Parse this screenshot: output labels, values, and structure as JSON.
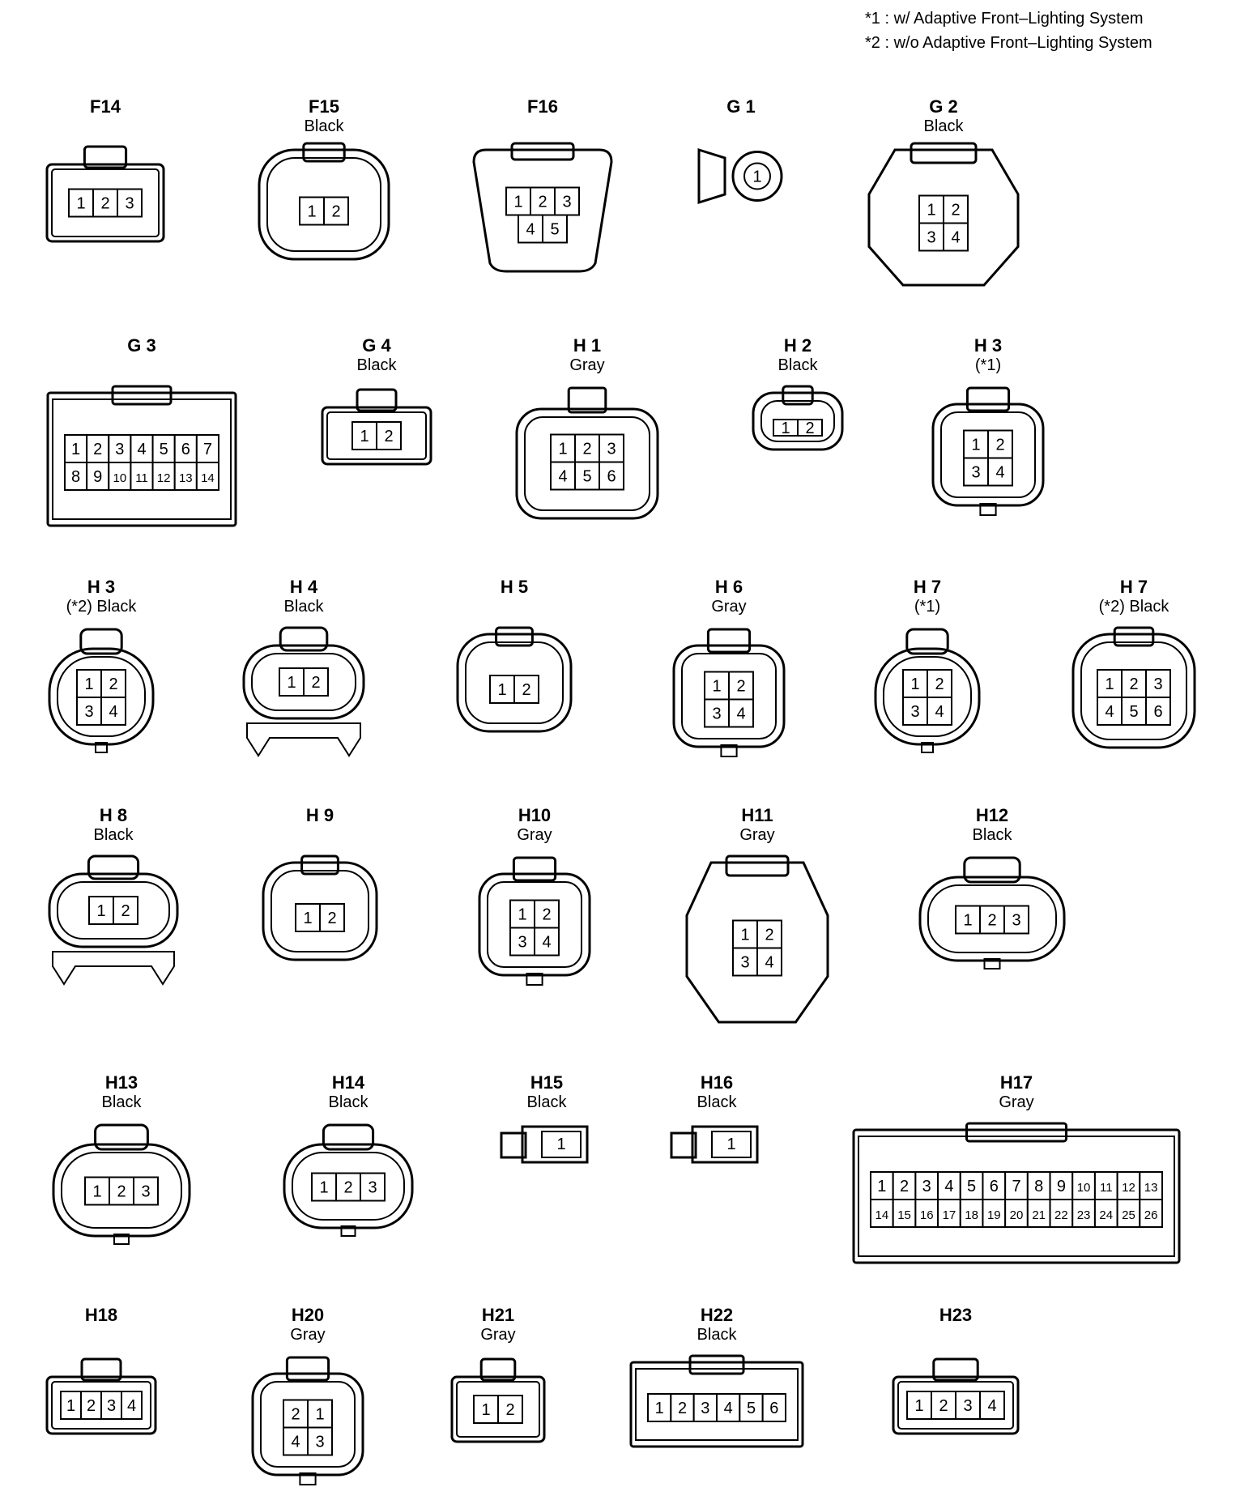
{
  "legend": [
    "*1 : w/ Adaptive Front–Lighting System",
    "*2 : w/o Adaptive Front–Lighting System"
  ],
  "connectors": [
    {
      "code": "F14",
      "color": "",
      "pins": [
        [
          "1",
          "2",
          "3"
        ]
      ]
    },
    {
      "code": "F15",
      "color": "Black",
      "pins": [
        [
          "1",
          "2"
        ]
      ]
    },
    {
      "code": "F16",
      "color": "",
      "pins": [
        [
          "1",
          "2",
          "3"
        ],
        [
          "4",
          "5"
        ]
      ]
    },
    {
      "code": "G 1",
      "color": "",
      "pins": [
        [
          "1"
        ]
      ]
    },
    {
      "code": "G 2",
      "color": "Black",
      "pins": [
        [
          "1",
          "2"
        ],
        [
          "3",
          "4"
        ]
      ]
    },
    {
      "code": "G 3",
      "color": "",
      "pins": [
        [
          "1",
          "2",
          "3",
          "4",
          "5",
          "6",
          "7"
        ],
        [
          "8",
          "9",
          "10",
          "11",
          "12",
          "13",
          "14"
        ]
      ]
    },
    {
      "code": "G 4",
      "color": "Black",
      "pins": [
        [
          "1",
          "2"
        ]
      ]
    },
    {
      "code": "H 1",
      "color": "Gray",
      "pins": [
        [
          "1",
          "2",
          "3"
        ],
        [
          "4",
          "5",
          "6"
        ]
      ]
    },
    {
      "code": "H 2",
      "color": "Black",
      "pins": [
        [
          "1",
          "2"
        ]
      ]
    },
    {
      "code": "H 3",
      "color": "(*1)",
      "pins": [
        [
          "1",
          "2"
        ],
        [
          "3",
          "4"
        ]
      ]
    },
    {
      "code": "H 3",
      "color": "(*2)  Black",
      "pins": [
        [
          "1",
          "2"
        ],
        [
          "3",
          "4"
        ]
      ]
    },
    {
      "code": "H 4",
      "color": "Black",
      "pins": [
        [
          "1",
          "2"
        ]
      ]
    },
    {
      "code": "H 5",
      "color": "",
      "pins": [
        [
          "1",
          "2"
        ]
      ]
    },
    {
      "code": "H 6",
      "color": "Gray",
      "pins": [
        [
          "1",
          "2"
        ],
        [
          "3",
          "4"
        ]
      ]
    },
    {
      "code": "H 7",
      "color": "(*1)",
      "pins": [
        [
          "1",
          "2"
        ],
        [
          "3",
          "4"
        ]
      ]
    },
    {
      "code": "H 7",
      "color": "(*2)  Black",
      "pins": [
        [
          "1",
          "2",
          "3"
        ],
        [
          "4",
          "5",
          "6"
        ]
      ]
    },
    {
      "code": "H 8",
      "color": "Black",
      "pins": [
        [
          "1",
          "2"
        ]
      ]
    },
    {
      "code": "H 9",
      "color": "",
      "pins": [
        [
          "1",
          "2"
        ]
      ]
    },
    {
      "code": "H10",
      "color": "Gray",
      "pins": [
        [
          "1",
          "2"
        ],
        [
          "3",
          "4"
        ]
      ]
    },
    {
      "code": "H11",
      "color": "Gray",
      "pins": [
        [
          "1",
          "2"
        ],
        [
          "3",
          "4"
        ]
      ]
    },
    {
      "code": "H12",
      "color": "Black",
      "pins": [
        [
          "1",
          "2",
          "3"
        ]
      ]
    },
    {
      "code": "H13",
      "color": "Black",
      "pins": [
        [
          "1",
          "2",
          "3"
        ]
      ]
    },
    {
      "code": "H14",
      "color": "Black",
      "pins": [
        [
          "1",
          "2",
          "3"
        ]
      ]
    },
    {
      "code": "H15",
      "color": "Black",
      "pins": [
        [
          "1"
        ]
      ]
    },
    {
      "code": "H16",
      "color": "Black",
      "pins": [
        [
          "1"
        ]
      ]
    },
    {
      "code": "H17",
      "color": "Gray",
      "pins": [
        [
          "1",
          "2",
          "3",
          "4",
          "5",
          "6",
          "7",
          "8",
          "9",
          "10",
          "11",
          "12",
          "13"
        ],
        [
          "14",
          "15",
          "16",
          "17",
          "18",
          "19",
          "20",
          "21",
          "22",
          "23",
          "24",
          "25",
          "26"
        ]
      ]
    },
    {
      "code": "H18",
      "color": "",
      "pins": [
        [
          "1",
          "2",
          "3",
          "4"
        ]
      ]
    },
    {
      "code": "H20",
      "color": "Gray",
      "pins": [
        [
          "2",
          "1"
        ],
        [
          "4",
          "3"
        ]
      ]
    },
    {
      "code": "H21",
      "color": "Gray",
      "pins": [
        [
          "1",
          "2"
        ]
      ]
    },
    {
      "code": "H22",
      "color": "Black",
      "pins": [
        [
          "1",
          "2",
          "3",
          "4",
          "5",
          "6"
        ]
      ]
    },
    {
      "code": "H23",
      "color": "",
      "pins": [
        [
          "1",
          "2",
          "3",
          "4"
        ]
      ]
    }
  ]
}
